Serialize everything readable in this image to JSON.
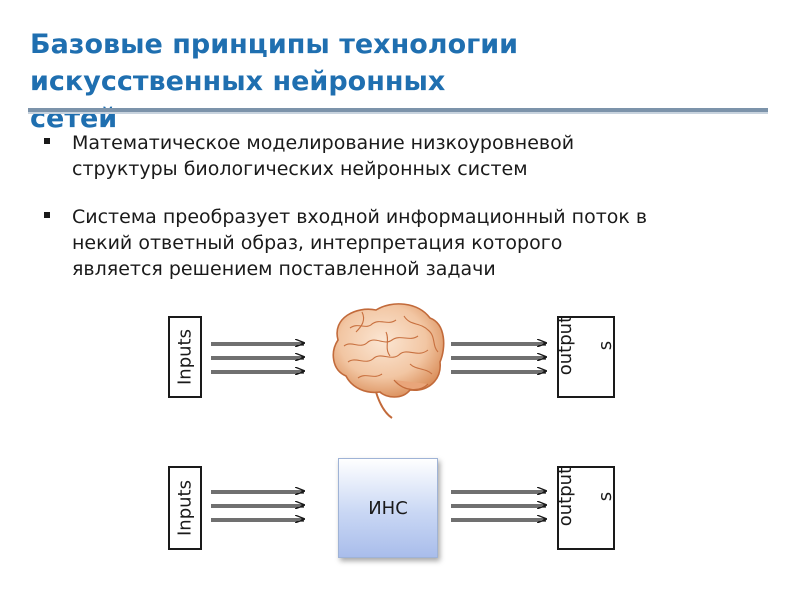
{
  "slide": {
    "title_lines": [
      "Базовые принципы технологии",
      "искусственных нейронных",
      "сетей"
    ]
  },
  "bullets": [
    {
      "lines": [
        "Математическое моделирование низкоуровневой",
        "структуры биологических нейронных систем"
      ]
    },
    {
      "lines": [
        "Система преобразует входной информационный поток в",
        "некий ответный образ, интерпретация которого",
        "является решением поставленной задачи"
      ]
    }
  ],
  "diagram": {
    "top_row": {
      "inputs_label": "Inputs",
      "outputs_label_lines": [
        "output",
        "s"
      ],
      "middle": "brain-image"
    },
    "bottom_row": {
      "inputs_label": "Inputs",
      "outputs_label_lines": [
        "output",
        "s"
      ],
      "middle_label": "ИНС"
    },
    "colors": {
      "title": "#1f6fb0",
      "ins_fill": "#b9cbf0",
      "brain": "#d98a55"
    }
  }
}
